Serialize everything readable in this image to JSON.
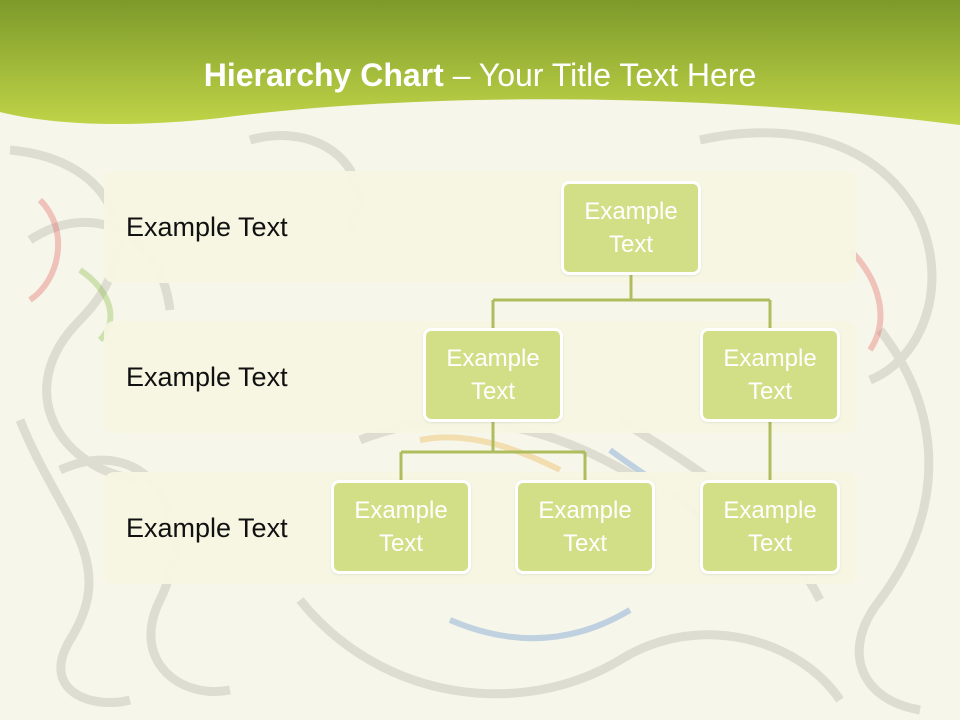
{
  "title": {
    "bold": "Hierarchy Chart",
    "rest": " – Your Title Text Here"
  },
  "levels": [
    {
      "label": "Example Text"
    },
    {
      "label": "Example Text"
    },
    {
      "label": "Example Text"
    }
  ],
  "nodes": {
    "root": "Example Text",
    "level2_left": "Example Text",
    "level2_right": "Example Text",
    "level3_left": "Example Text",
    "level3_middle": "Example Text",
    "level3_right": "Example Text"
  },
  "colors": {
    "header_dark": "#7f9e2a",
    "header_light": "#c2d64a",
    "node_fill": "#d2df86",
    "connector": "#b0bd5e"
  }
}
